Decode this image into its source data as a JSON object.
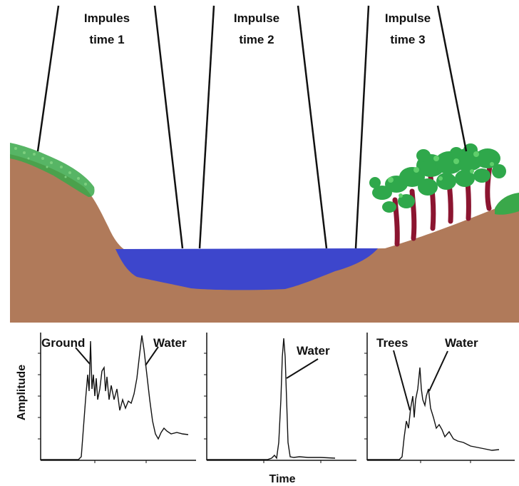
{
  "impulses": [
    {
      "line1": "Impules",
      "line2": "time 1"
    },
    {
      "line1": "Impulse",
      "line2": "time 2"
    },
    {
      "line1": "Impulse",
      "line2": "time 3"
    }
  ],
  "plots": [
    {
      "labels": [
        "Ground",
        "Water"
      ]
    },
    {
      "labels": [
        "Water"
      ]
    },
    {
      "labels": [
        "Trees",
        "Water"
      ]
    }
  ],
  "axes": {
    "ylabel": "Amplitude",
    "xlabel": "Time"
  },
  "colors": {
    "soil": "#b07a5a",
    "water": "#3d46cc",
    "grass": "#3aa84a",
    "tree_foliage": "#2fa84b",
    "tree_trunk": "#8b1530",
    "line": "#111111"
  }
}
